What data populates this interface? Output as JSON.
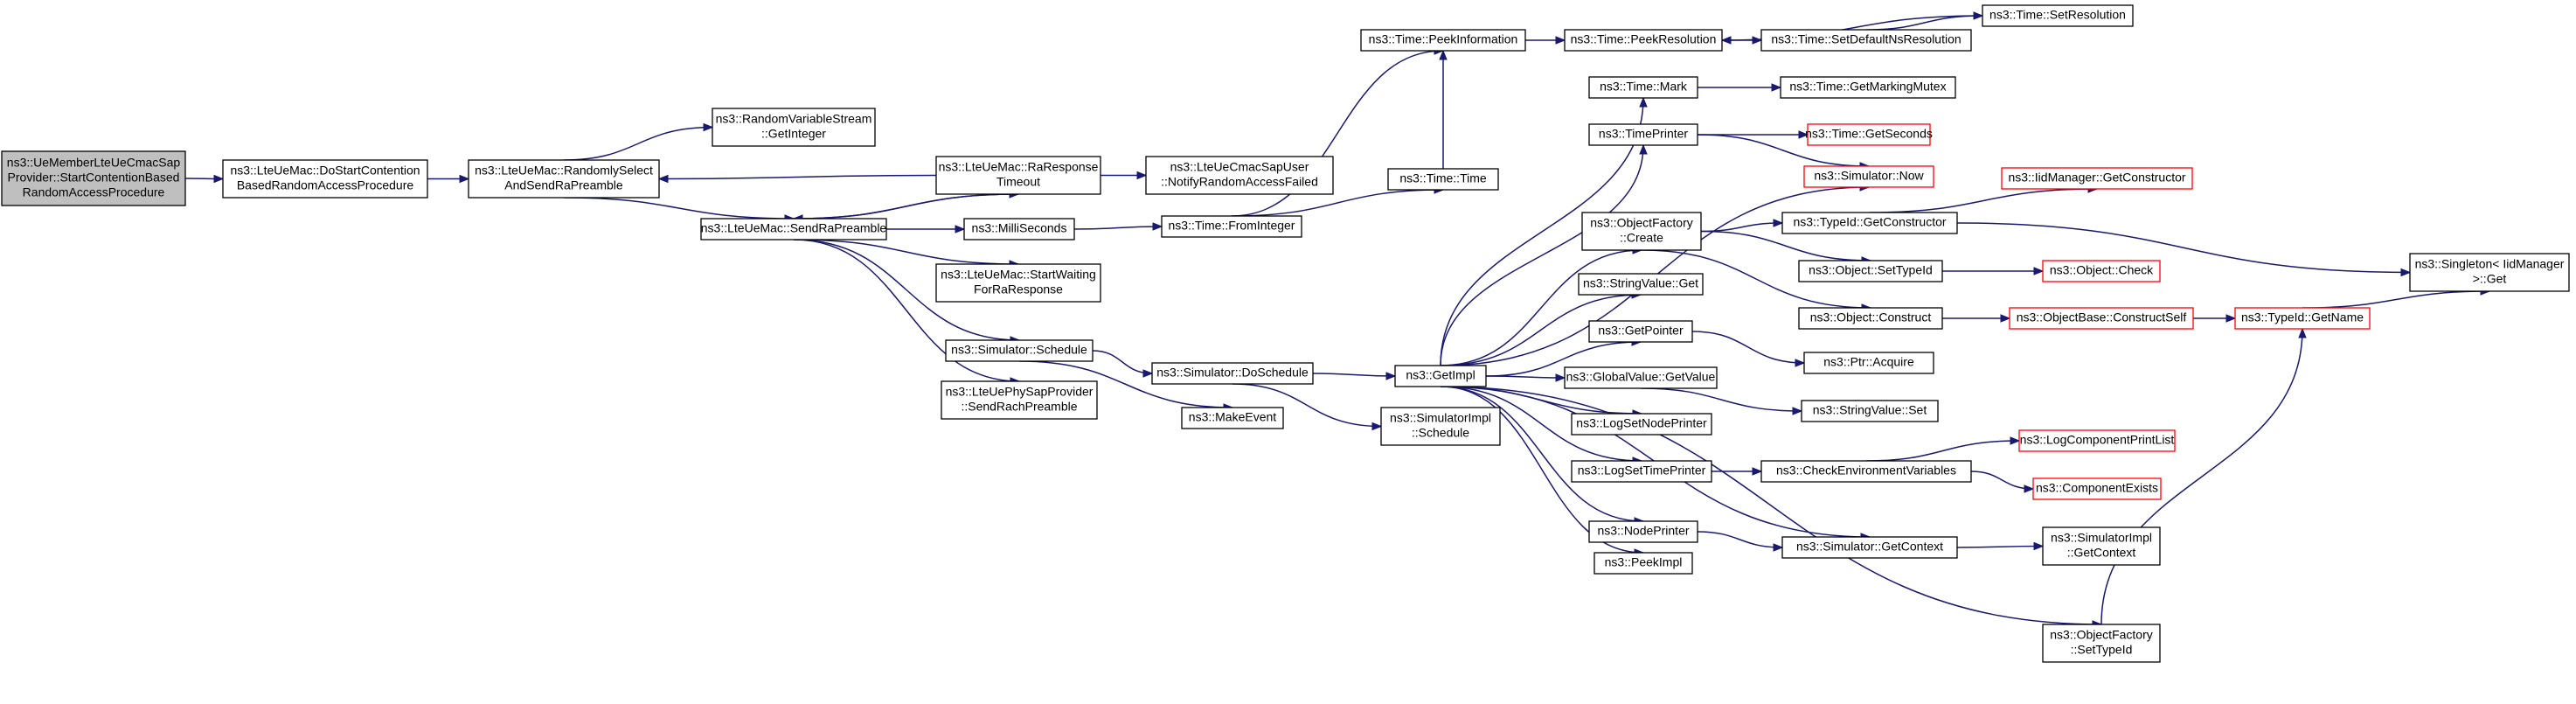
{
  "diagram": {
    "type": "call-graph",
    "colors": {
      "edge": "#191970",
      "node_border": "#000000",
      "truncated_border": "#ff0000",
      "start_fill": "#bfbfbf"
    },
    "nodes": [
      {
        "id": "start",
        "lines": [
          "ns3::UeMemberLteUeCmacSap",
          "Provider::StartContentionBased",
          "RandomAccessProcedure"
        ],
        "style": "start"
      },
      {
        "id": "doStart",
        "lines": [
          "ns3::LteUeMac::DoStartContention",
          "BasedRandomAccessProcedure"
        ]
      },
      {
        "id": "randSel",
        "lines": [
          "ns3::LteUeMac::RandomlySelect",
          "AndSendRaPreamble"
        ]
      },
      {
        "id": "rvsGetInt",
        "lines": [
          "ns3::RandomVariableStream",
          "::GetInteger"
        ]
      },
      {
        "id": "sendRa",
        "lines": [
          "ns3::LteUeMac::SendRaPreamble"
        ]
      },
      {
        "id": "raResp",
        "lines": [
          "ns3::LteUeMac::RaResponse",
          "Timeout"
        ]
      },
      {
        "id": "notifyFail",
        "lines": [
          "ns3::LteUeCmacSapUser",
          "::NotifyRandomAccessFailed"
        ]
      },
      {
        "id": "milli",
        "lines": [
          "ns3::MilliSeconds"
        ]
      },
      {
        "id": "startWait",
        "lines": [
          "ns3::LteUeMac::StartWaiting",
          "ForRaResponse"
        ]
      },
      {
        "id": "simSched",
        "lines": [
          "ns3::Simulator::Schedule"
        ]
      },
      {
        "id": "phySap",
        "lines": [
          "ns3::LteUePhySapProvider",
          "::SendRachPreamble"
        ]
      },
      {
        "id": "doSched",
        "lines": [
          "ns3::Simulator::DoSchedule"
        ]
      },
      {
        "id": "makeEvent",
        "lines": [
          "ns3::MakeEvent"
        ]
      },
      {
        "id": "fromInt",
        "lines": [
          "ns3::Time::FromInteger"
        ]
      },
      {
        "id": "timeTime",
        "lines": [
          "ns3::Time::Time"
        ]
      },
      {
        "id": "peekInfo",
        "lines": [
          "ns3::Time::PeekInformation"
        ]
      },
      {
        "id": "peekRes",
        "lines": [
          "ns3::Time::PeekResolution"
        ]
      },
      {
        "id": "setDefNs",
        "lines": [
          "ns3::Time::SetDefaultNsResolution"
        ]
      },
      {
        "id": "setRes",
        "lines": [
          "ns3::Time::SetResolution"
        ]
      },
      {
        "id": "timeMark",
        "lines": [
          "ns3::Time::Mark"
        ]
      },
      {
        "id": "markMutex",
        "lines": [
          "ns3::Time::GetMarkingMutex"
        ]
      },
      {
        "id": "timePrinter",
        "lines": [
          "ns3::TimePrinter"
        ]
      },
      {
        "id": "getSeconds",
        "lines": [
          "ns3::Time::GetSeconds"
        ],
        "style": "truncated"
      },
      {
        "id": "simNow",
        "lines": [
          "ns3::Simulator::Now"
        ],
        "style": "truncated"
      },
      {
        "id": "getImpl",
        "lines": [
          "ns3::GetImpl"
        ]
      },
      {
        "id": "simImplSched",
        "lines": [
          "ns3::SimulatorImpl",
          "::Schedule"
        ]
      },
      {
        "id": "objFactCreate",
        "lines": [
          "ns3::ObjectFactory",
          "::Create"
        ]
      },
      {
        "id": "typeIdGetCtor",
        "lines": [
          "ns3::TypeId::GetConstructor"
        ]
      },
      {
        "id": "iidMgrGetCtor",
        "lines": [
          "ns3::IidManager::GetConstructor"
        ],
        "style": "truncated"
      },
      {
        "id": "objSetTypeId",
        "lines": [
          "ns3::Object::SetTypeId"
        ]
      },
      {
        "id": "objCheck",
        "lines": [
          "ns3::Object::Check"
        ],
        "style": "truncated"
      },
      {
        "id": "objConstruct",
        "lines": [
          "ns3::Object::Construct"
        ]
      },
      {
        "id": "objBaseCtorSelf",
        "lines": [
          "ns3::ObjectBase::ConstructSelf"
        ],
        "style": "truncated"
      },
      {
        "id": "typeIdGetName",
        "lines": [
          "ns3::TypeId::GetName"
        ],
        "style": "truncated"
      },
      {
        "id": "singletonGet",
        "lines": [
          "ns3::Singleton< IidManager",
          ">::Get"
        ]
      },
      {
        "id": "strValGet",
        "lines": [
          "ns3::StringValue::Get"
        ]
      },
      {
        "id": "getPointer",
        "lines": [
          "ns3::GetPointer"
        ]
      },
      {
        "id": "ptrAcquire",
        "lines": [
          "ns3::Ptr::Acquire"
        ]
      },
      {
        "id": "gvGetValue",
        "lines": [
          "ns3::GlobalValue::GetValue"
        ]
      },
      {
        "id": "strValSet",
        "lines": [
          "ns3::StringValue::Set"
        ]
      },
      {
        "id": "logSetNode",
        "lines": [
          "ns3::LogSetNodePrinter"
        ]
      },
      {
        "id": "logSetTime",
        "lines": [
          "ns3::LogSetTimePrinter"
        ]
      },
      {
        "id": "checkEnv",
        "lines": [
          "ns3::CheckEnvironmentVariables"
        ]
      },
      {
        "id": "logCompList",
        "lines": [
          "ns3::LogComponentPrintList"
        ],
        "style": "truncated"
      },
      {
        "id": "compExists",
        "lines": [
          "ns3::ComponentExists"
        ],
        "style": "truncated"
      },
      {
        "id": "nodePrinter",
        "lines": [
          "ns3::NodePrinter"
        ]
      },
      {
        "id": "simGetCtx",
        "lines": [
          "ns3::Simulator::GetContext"
        ]
      },
      {
        "id": "simImplGetCtx",
        "lines": [
          "ns3::SimulatorImpl",
          "::GetContext"
        ]
      },
      {
        "id": "peekImpl",
        "lines": [
          "ns3::PeekImpl"
        ]
      },
      {
        "id": "objFactSetTypeId",
        "lines": [
          "ns3::ObjectFactory",
          "::SetTypeId"
        ]
      }
    ]
  }
}
